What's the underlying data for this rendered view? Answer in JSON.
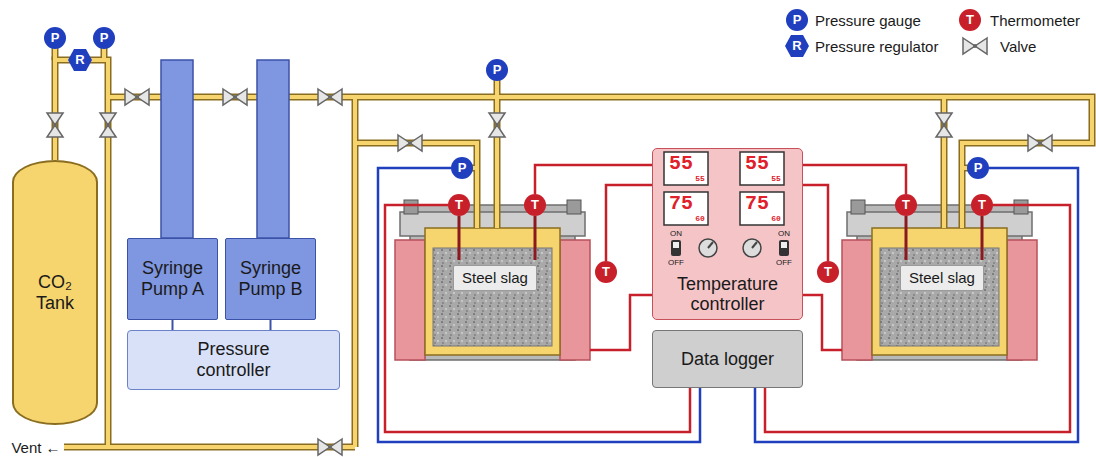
{
  "diagram": {
    "nodes": [
      {
        "text": [
          "CO₂ Tank"
        ]
      },
      {
        "text": [
          "Syringe Pump A"
        ]
      },
      {
        "text": [
          "Syringe Pump B"
        ]
      },
      {
        "text": [
          "Pressure controller"
        ]
      },
      {
        "text": [
          "Steel slag"
        ]
      },
      {
        "text": [
          "Temperature controller"
        ]
      },
      {
        "text": [
          "Data logger"
        ]
      },
      {
        "text": [
          "Steel slag"
        ]
      }
    ],
    "edges": [
      {
        "from": 1,
        "to": 3,
        "arrow": "none"
      },
      {
        "from": 2,
        "to": 3,
        "arrow": "none"
      }
    ],
    "labels": [
      "P",
      "R",
      "T",
      "P",
      "R",
      "P",
      "P",
      "P",
      "P",
      "T",
      "T",
      "T",
      "T",
      "T",
      "T",
      "55",
      "55",
      "55",
      "55",
      "75",
      "60",
      "75",
      "60",
      "ON",
      "OFF",
      "ON",
      "OFF",
      "Vent ←"
    ],
    "legend": [
      {
        "text": "Pressure gauge"
      },
      {
        "text": "Thermometer"
      },
      {
        "text": "Pressure regulator"
      },
      {
        "text": "Valve"
      }
    ]
  }
}
